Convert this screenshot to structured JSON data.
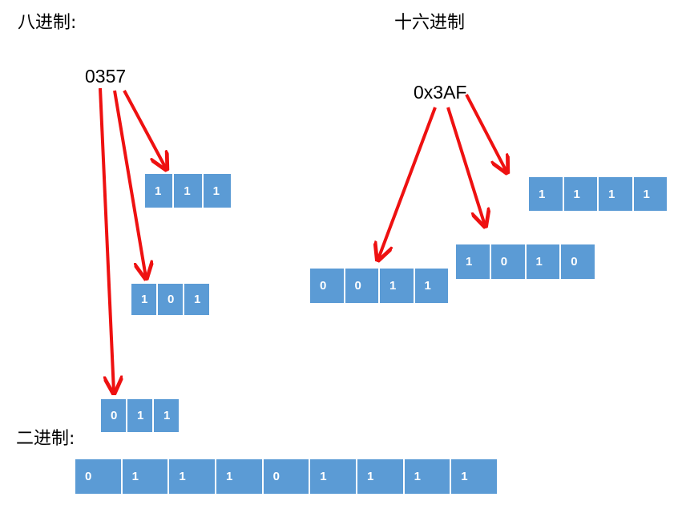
{
  "labels": {
    "octal": "八进制:",
    "hex": "十六进制",
    "binary": "二进制:"
  },
  "numbers": {
    "octal_value": "0357",
    "hex_value": "0x3AF"
  },
  "groups": {
    "oct_7": [
      "1",
      "1",
      "1"
    ],
    "oct_5": [
      "1",
      "0",
      "1"
    ],
    "oct_3": [
      "0",
      "1",
      "1"
    ],
    "hex_F": [
      "1",
      "1",
      "1",
      "1"
    ],
    "hex_A": [
      "1",
      "0",
      "1",
      "0"
    ],
    "hex_3": [
      "0",
      "0",
      "1",
      "1"
    ],
    "binary": [
      "0",
      "1",
      "1",
      "1",
      "0",
      "1",
      "1",
      "1",
      "1"
    ]
  },
  "colors": {
    "cell_fill": "#5b9bd5",
    "cell_text": "#ffffff",
    "arrow": "#ee1111"
  }
}
